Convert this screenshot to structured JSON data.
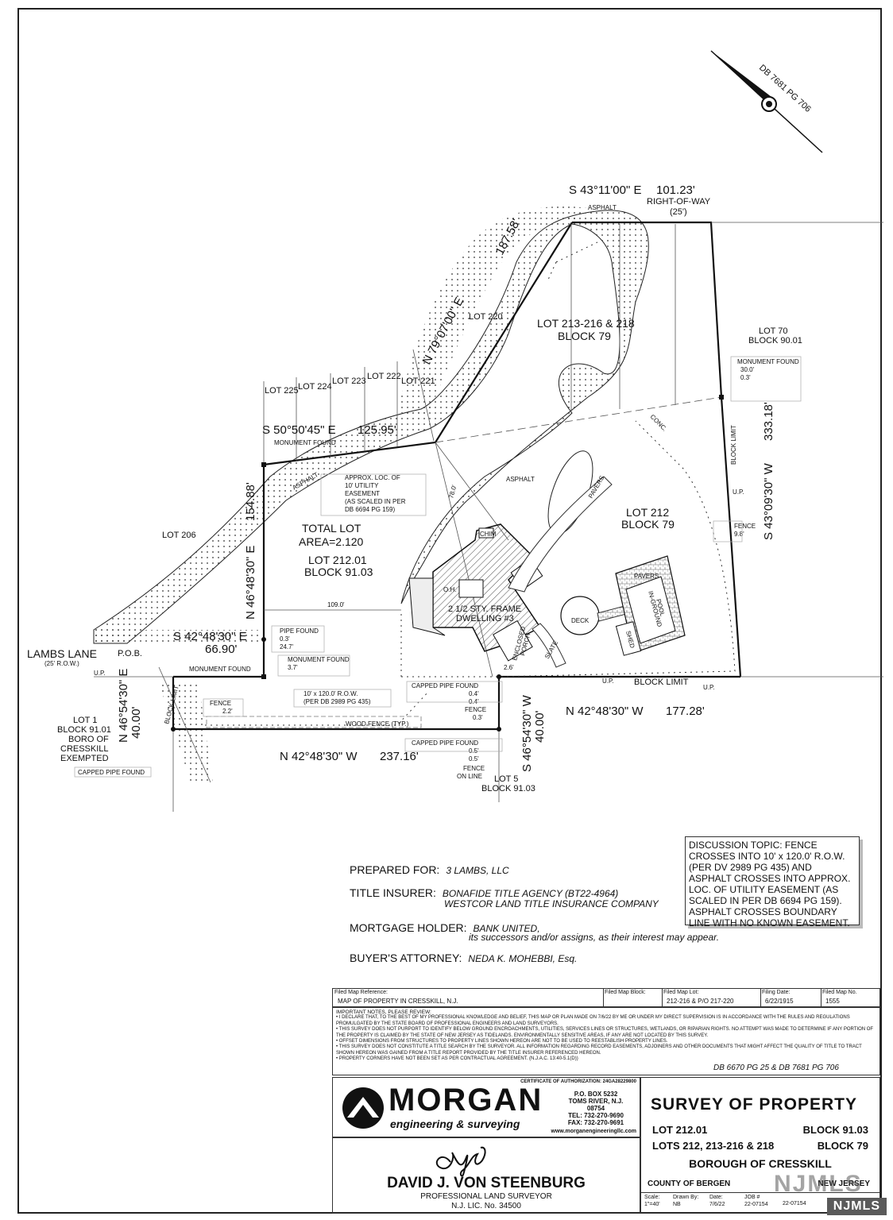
{
  "plan": {
    "deed_ref_north": "DB 7681 PG 706",
    "bearings": {
      "north_line": "S 43°11'00\" E",
      "north_dist": "101.23'",
      "ne_diag": "N 79°07'00\" E",
      "ne_diag_dist": "187.58'",
      "nw_line": "S 50°50'45\" E",
      "nw_dist": "125.95'",
      "west_line": "N 46°48'30\" E",
      "west_dist": "154.88'",
      "east_line": "S 43°09'30\" W",
      "east_dist": "333.18'",
      "south_upper": "N 42°48'30\" W",
      "south_upper_dist": "177.28'",
      "south_lower": "N 42°48'30\" W",
      "south_lower_dist": "237.16'",
      "pob_line": "S 42°48'30\" E",
      "pob_dist": "66.90'",
      "sw_line": "N 46°54'30\" E",
      "sw_dist": "40.00'",
      "se_line": "S 46°54'30\" W",
      "se_dist": "40.00'"
    },
    "labels": {
      "asphalt": "ASPHALT",
      "row": "RIGHT-OF-WAY",
      "row_width": "(25')",
      "lot220": "LOT 220",
      "lot_main": "LOT 213-216 & 218",
      "block79": "BLOCK 79",
      "lot70": "LOT 70",
      "block9001": "BLOCK 90.01",
      "monument_found": "MONUMENT FOUND",
      "mon_off1": "30.0'",
      "mon_off2": "0.3'",
      "lot225": "LOT 225",
      "lot224": "LOT 224",
      "lot223": "LOT 223",
      "lot222": "LOT 222",
      "lot221": "LOT 221",
      "block_limit": "BLOCK LIMIT",
      "conc": "CONC.",
      "approx1": "APPROX. LOC. OF",
      "approx2": "10' UTILITY",
      "approx3": "EASEMENT",
      "approx4": "(AS SCALED IN PER",
      "approx5": "DB 6694 PG 159)",
      "dim78": "78.0'",
      "pavers": "PAVERS",
      "lot212": "LOT 212",
      "up": "U.P.",
      "fence": "FENCE",
      "fence98": "9.8'",
      "lot206": "LOT 206",
      "total1": "TOTAL LOT",
      "total2": "AREA=2.120",
      "lot21201": "LOT 212.01",
      "block9103": "BLOCK 91.03",
      "chim": "CHIM",
      "oh": "O.H.",
      "dwelling1": "2 1/2 STY. FRAME",
      "dwelling2": "DWELLING #3",
      "deck": "DECK",
      "pool1": "IN-GROUND",
      "pool2": "POOL",
      "shed": "SHED",
      "slate": "SLATE",
      "porch1": "ENCLOSED",
      "porch2": "PORCH",
      "dim109": "109.0'",
      "pipe_found": "PIPE FOUND",
      "pipe_off1": "0.3'",
      "pipe_off2": "24.7'",
      "mon_off3": "3.7'",
      "lambs": "LAMBS LANE",
      "lambs_row": "(25' R.O.W.)",
      "pob": "P.O.B.",
      "dim26": "2.6'",
      "capped_pipe": "CAPPED PIPE FOUND",
      "cp_off1": "0.4'",
      "cp_off2": "0.4'",
      "fence03": "0.3'",
      "fence22": "2.2'",
      "row_strip1": "10' x 120.0' R.O.W.",
      "row_strip2": "(PER DB 2989 PG 435)",
      "wood_fence": "WOOD FENCE (TYP.)",
      "lot1": "LOT 1",
      "block9101": "BLOCK 91.01",
      "boro1": "BORO OF",
      "boro2": "CRESSKILL",
      "boro3": "EXEMPTED",
      "cp2_off1": "0.5'",
      "cp2_off2": "0.5'",
      "fence_online1": "FENCE",
      "fence_online2": "ON LINE",
      "lot5": "LOT 5",
      "block9103b": "BLOCK 91.03"
    }
  },
  "prepared": {
    "for_label": "PREPARED FOR:",
    "for_value": "3 LAMBS, LLC",
    "title_label": "TITLE INSURER:",
    "title_value1": "BONAFIDE TITLE AGENCY (BT22-4964)",
    "title_value2": "WESTCOR LAND TITLE INSURANCE COMPANY",
    "mortgage_label": "MORTGAGE HOLDER:",
    "mortgage_value1": "BANK UNITED,",
    "mortgage_value2": "its successors and/or assigns, as their interest may appear.",
    "attorney_label": "BUYER'S ATTORNEY:",
    "attorney_value": "NEDA K. MOHEBBI, Esq."
  },
  "discussion": "DISCUSSION TOPIC: FENCE CROSSES INTO 10' x 120.0' R.O.W. (PER DV 2989 PG 435) AND ASPHALT CROSSES INTO APPROX. LOC. OF UTILITY EASEMENT (AS SCALED IN PER DB 6694 PG 159). ASPHALT CROSSES BOUNDARY LINE WITH NO KNOWN EASEMENT.",
  "filed": {
    "ref_label": "Filed Map Reference:",
    "ref_value": "MAP OF PROPERTY IN CRESSKILL, N.J.",
    "block_label": "Filed Map Block:",
    "lot_label": "Filed Map Lot:",
    "lot_value": "212-216 & P/O 217-220",
    "date_label": "Filing Date:",
    "date_value": "6/22/1915",
    "no_label": "Filed Map No.",
    "no_value": "1555"
  },
  "notes": {
    "heading": "IMPORTANT NOTES, PLEASE REVIEW:",
    "n1": "• I DECLARE THAT, TO THE BEST OF MY PROFESSIONAL KNOWLEDGE AND BELIEF, THIS MAP OR PLAN MADE ON 7/6/22 BY ME OR UNDER MY DIRECT SUPERVISION IS IN ACCORDANCE WITH THE RULES AND REGULATIONS PROMULGATED BY THE STATE BOARD OF PROFESSIONAL ENGINEERS AND LAND SURVEYORS.",
    "n2": "• THIS SURVEY DOES NOT PURPORT TO IDENTIFY BELOW GROUND ENCROACHMENTS, UTILITIES, SERVICES LINES OR STRUCTURES, WETLANDS, OR RIPARIAN RIGHTS. NO ATTEMPT WAS MADE TO DETERMINE IF ANY PORTION OF THE PROPERTY IS CLAIMED BY THE STATE OF NEW JERSEY AS TIDELANDS. ENVIRONMENTALLY SENSITIVE AREAS, IF ANY ARE NOT LOCATED BY THIS SURVEY.",
    "n3": "• OFFSET DIMENSIONS FROM STRUCTURES TO PROPERTY LINES SHOWN HEREON ARE NOT TO BE USED TO REESTABLISH PROPERTY LINES.",
    "n4": "• THIS SURVEY DOES NOT CONSTITUTE A TITLE SEARCH BY THE SURVEYOR. ALL INFORMATION REGARDING RECORD EASEMENTS, ADJOINERS AND OTHER DOCUMENTS THAT MIGHT AFFECT THE QUALITY OF TITLE TO TRACT SHOWN HEREON WAS GAINED FROM A TITLE REPORT PROVIDED BY THE TITLE INSURER REFERENCED HEREON.",
    "n5": "• PROPERTY CORNERS HAVE NOT BEEN SET AS PER CONTRACTUAL AGREEMENT. (N.J.A.C. 13:40-5.1(D))",
    "deed_ref": "DB 6670 PG 25 & DB 7681 PG 706"
  },
  "company": {
    "cert": "CERTIFICATE OF AUTHORIZATION: 24GA28229800",
    "name": "MORGAN",
    "tagline": "engineering & surveying",
    "po": "P.O. BOX 5232",
    "city": "TOMS RIVER, N.J. 08754",
    "tel": "TEL: 732-270-9690",
    "fax": "FAX: 732-270-9691",
    "web": "www.morganengineeringllc.com"
  },
  "surveyor": {
    "name": "DAVID J. VON STEENBURG",
    "title": "PROFESSIONAL LAND SURVEYOR",
    "license": "N.J. LIC. No. 34500"
  },
  "titleblock": {
    "title": "SURVEY OF PROPERTY",
    "lot1": "LOT 212.01",
    "block1": "BLOCK 91.03",
    "lot2": "LOTS 212, 213-216 & 218",
    "block2": "BLOCK 79",
    "borough": "BOROUGH OF CRESSKILL",
    "county": "COUNTY OF BERGEN",
    "state": "NEW JERSEY",
    "scale_label": "Scale:",
    "scale_value": "1\"=40'",
    "drawn_label": "Drawn By:",
    "drawn_value": "NB",
    "date_label": "Date:",
    "date_value": "7/6/22",
    "job_label": "JOB #",
    "job_value": "22-07154",
    "dwg_value": "22-07154"
  },
  "watermark": "NJMLS",
  "watermark_big": "NJMLS"
}
